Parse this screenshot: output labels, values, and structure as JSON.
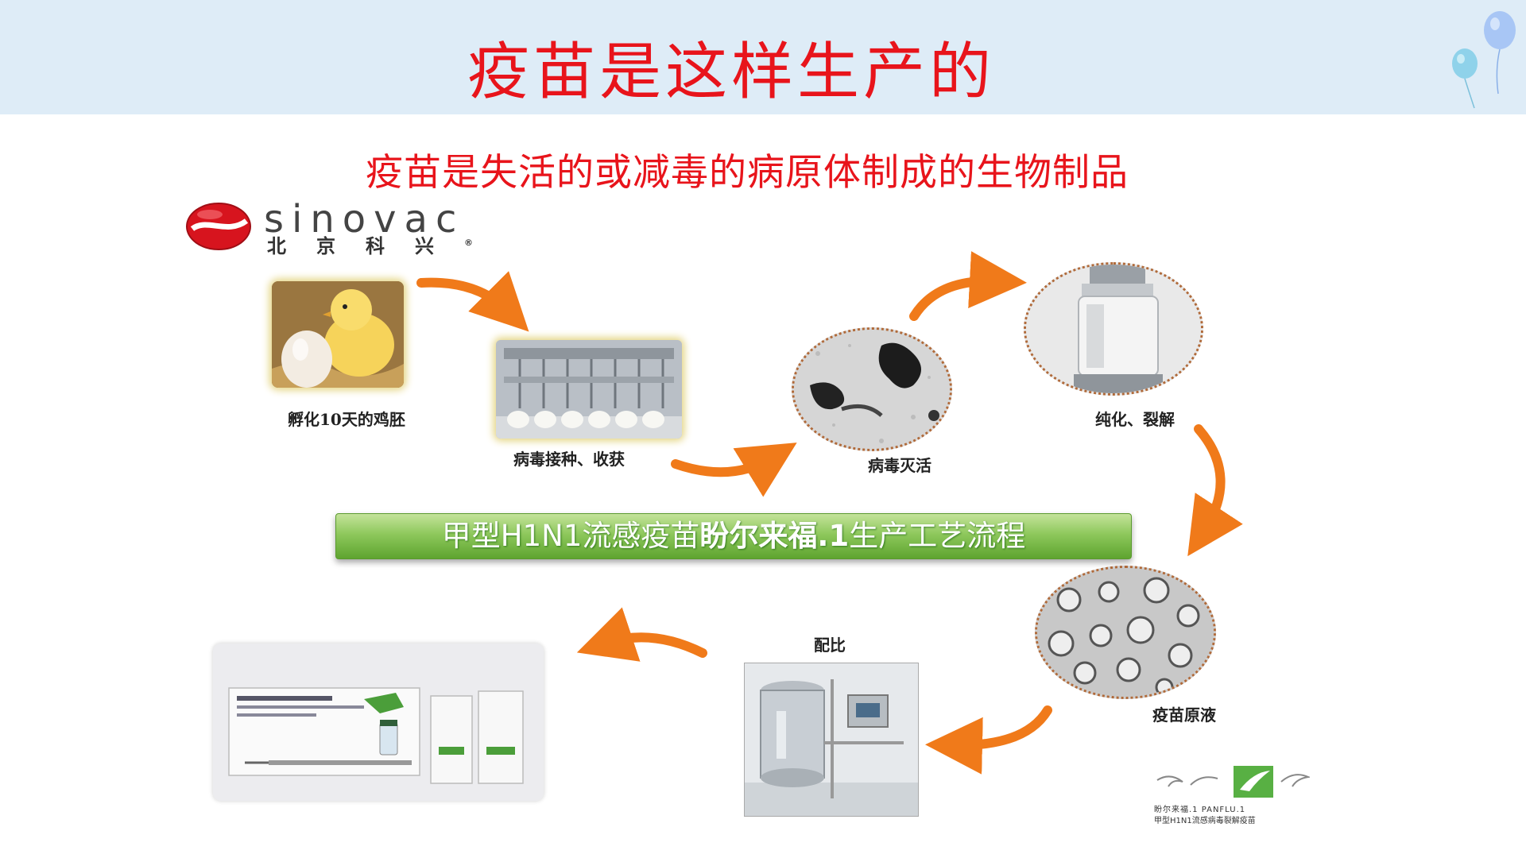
{
  "slide": {
    "title": "疫苗是这样生产的",
    "subtitle": "疫苗是失活的或减毒的病原体制成的生物制品"
  },
  "logo": {
    "name": "sinovac",
    "chinese": "北京科兴",
    "registered": "®"
  },
  "banner": {
    "part1": "甲型H1N1流感疫苗",
    "part2": "盼尔来福.1",
    "part3": "生产工艺流程"
  },
  "steps": [
    {
      "label": "孵化10天的鸡胚"
    },
    {
      "label": "病毒接种、收获"
    },
    {
      "label": "病毒灭活"
    },
    {
      "label": "纯化、裂解"
    },
    {
      "label": "疫苗原液"
    },
    {
      "label": "配比"
    }
  ],
  "product_brand": {
    "line1": "盼尔来福.1 PANFLU.1",
    "line2": "甲型H1N1流感病毒裂解疫苗"
  },
  "colors": {
    "title_red": "#e8141b",
    "header_band": "#deecf7",
    "arrow_orange": "#f07a1a",
    "banner_green": "#7ab847"
  }
}
